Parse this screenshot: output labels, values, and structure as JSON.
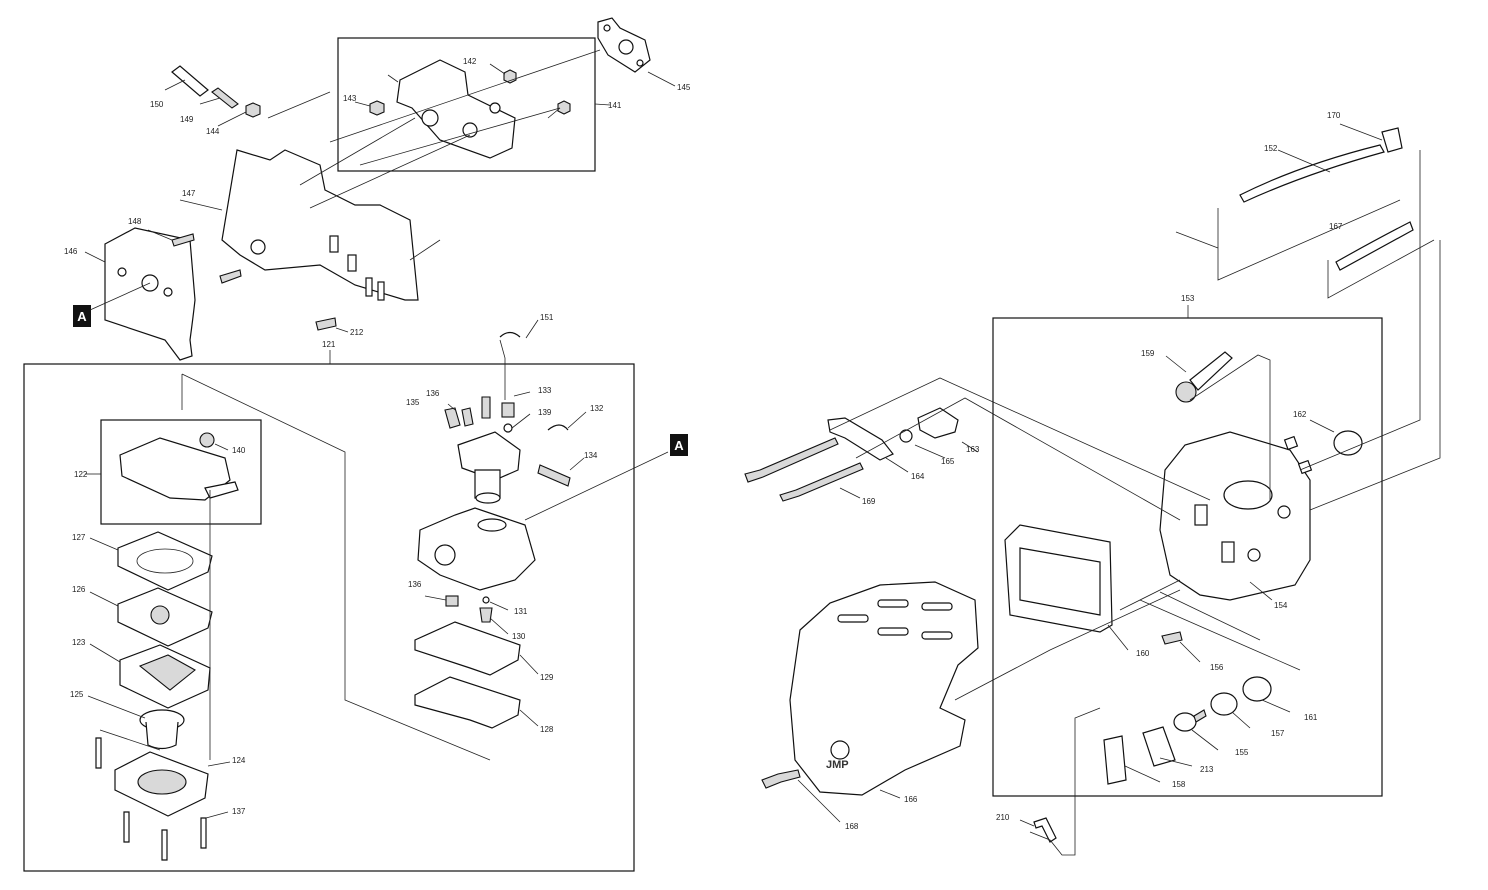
{
  "reference_markers": [
    "A",
    "A"
  ],
  "cover_text": "JMP",
  "part_labels": {
    "p121": "121",
    "p122": "122",
    "p123": "123",
    "p124": "124",
    "p125": "125",
    "p126": "126",
    "p127": "127",
    "p128": "128",
    "p129": "129",
    "p130": "130",
    "p131": "131",
    "p132": "132",
    "p133": "133",
    "p134": "134",
    "p135": "135",
    "p136": "136",
    "p136b": "136",
    "p137": "137",
    "p139": "139",
    "p140": "140",
    "p141": "141",
    "p142": "142",
    "p143": "143",
    "p144": "144",
    "p145": "145",
    "p146": "146",
    "p147": "147",
    "p148": "148",
    "p149": "149",
    "p150": "150",
    "p151": "151",
    "p152": "152",
    "p153": "153",
    "p154": "154",
    "p155": "155",
    "p156": "156",
    "p157": "157",
    "p158": "158",
    "p159": "159",
    "p160": "160",
    "p161": "161",
    "p162": "162",
    "p163": "163",
    "p164": "164",
    "p165": "165",
    "p166": "166",
    "p167": "167",
    "p168": "168",
    "p169": "169",
    "p170": "170",
    "p210": "210",
    "p212": "212",
    "p213": "213"
  }
}
